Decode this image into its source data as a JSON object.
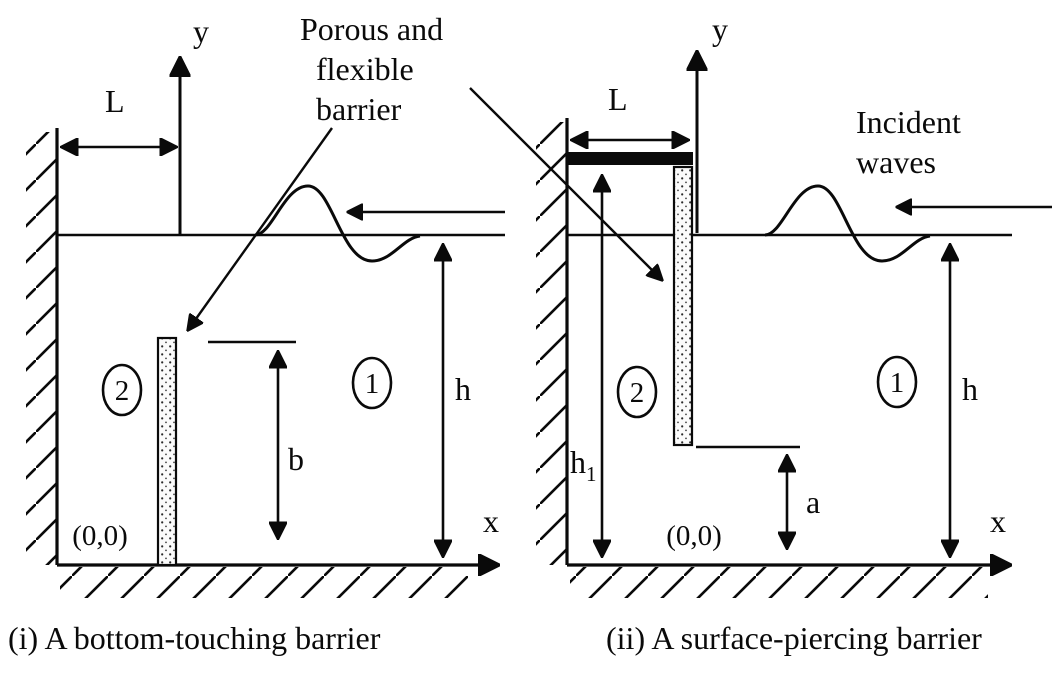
{
  "annotation": {
    "porous_line1": "Porous and",
    "porous_line2": "flexible",
    "porous_line3": "barrier"
  },
  "left_figure": {
    "caption": "(i) A bottom-touching barrier",
    "y_axis_label": "y",
    "x_axis_label": "x",
    "length_label": "L",
    "barrier_height_label": "b",
    "depth_label": "h",
    "origin_label": "(0,0)",
    "region_left": "2",
    "region_right": "1"
  },
  "right_figure": {
    "caption": "(ii) A surface-piercing barrier",
    "y_axis_label": "y",
    "x_axis_label": "x",
    "length_label": "L",
    "gap_label": "a",
    "depth_label": "h",
    "draft_label_base": "h",
    "draft_label_sub": "1",
    "origin_label": "(0,0)",
    "region_left": "2",
    "region_right": "1",
    "incident_line1": "Incident",
    "incident_line2": "waves"
  }
}
